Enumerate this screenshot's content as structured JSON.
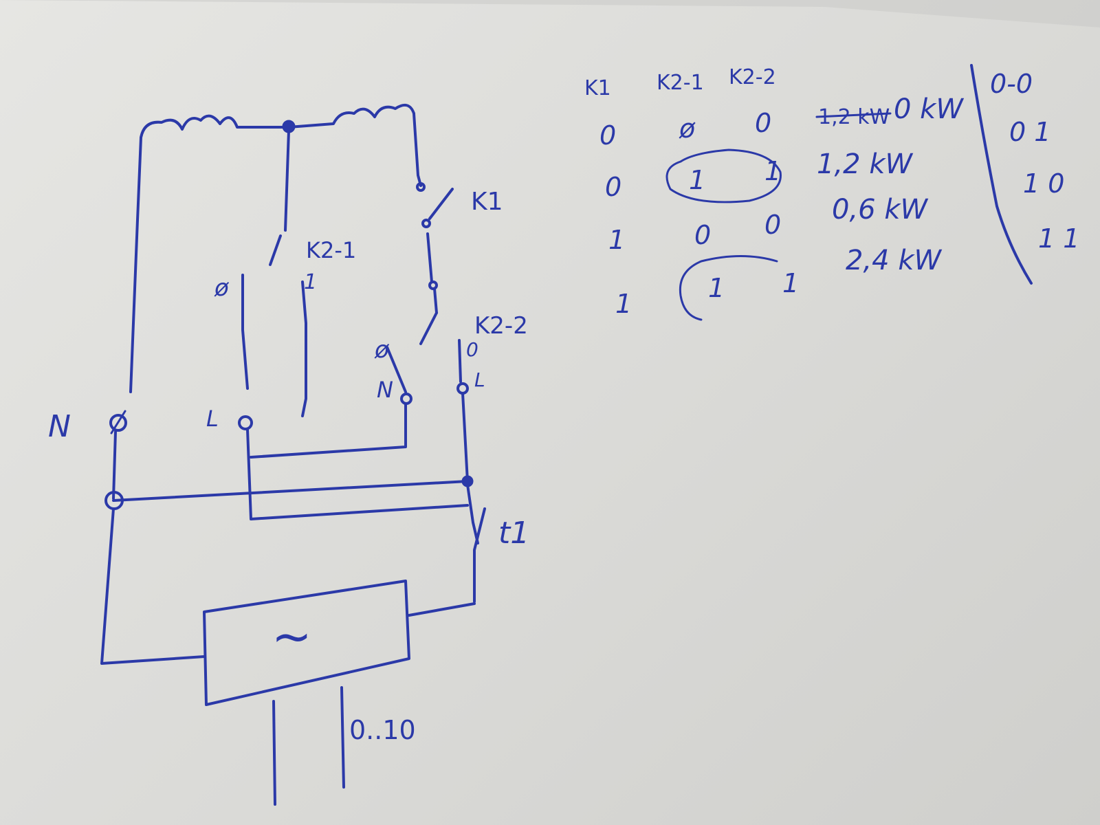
{
  "schematic": {
    "labels": {
      "k1": "K1",
      "k2_1": "K2-1",
      "k2_2": "K2-2",
      "n_left": "N",
      "l_left": "L",
      "n_right": "N",
      "l_right": "L",
      "k2_1_off": "ø",
      "k2_1_on": "1",
      "k2_2_off": "ø",
      "k2_2_on": "0",
      "thermostat": "t1",
      "inverter_symbol": "~",
      "control_input": "0..10"
    }
  },
  "truth_table": {
    "headers": [
      "K1",
      "K2-1",
      "K2-2"
    ],
    "rows": [
      {
        "k1": "0",
        "k2_1": "ø",
        "k2_2": "0",
        "power_struck": "1,2 kW",
        "power": "0 kW"
      },
      {
        "k1": "0",
        "k2_1": "1",
        "k2_2": "1",
        "power": "1,2 kW"
      },
      {
        "k1": "1",
        "k2_1": "0",
        "k2_2": "0",
        "power": "0,6 kW"
      },
      {
        "k1": "1",
        "k2_1": "1",
        "k2_2": "1",
        "power": "2,4 kW"
      }
    ],
    "binary_column": [
      "0-0",
      "0 1",
      "1 0",
      "1 1"
    ]
  }
}
